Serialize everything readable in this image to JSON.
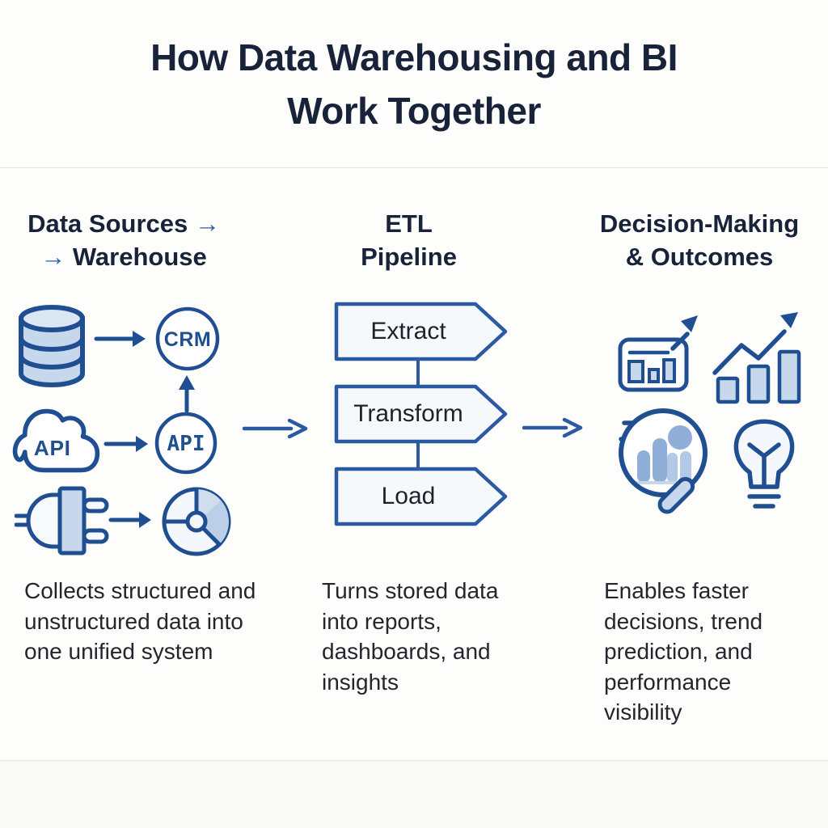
{
  "title": {
    "line1": "How Data Warehousing and BI",
    "line2": "Work Together"
  },
  "glyphs": {
    "arrow_right": "→"
  },
  "columns": {
    "sources": {
      "header_line1": "Data Sources",
      "header_line2": "Warehouse",
      "icon_labels": {
        "database": "database-icon",
        "crm": "CRM",
        "cloud_api": "API",
        "api": "API"
      },
      "description": "Collects structured and unstructured data into one unified system"
    },
    "etl": {
      "header_line1": "ETL",
      "header_line2": "Pipeline",
      "steps": [
        "Extract",
        "Transform",
        "Load"
      ],
      "description": "Turns stored data into reports, dashboards, and insights"
    },
    "outcomes": {
      "header_line1": "Decision-Making",
      "header_line2": "& Outcomes",
      "description": "Enables faster decisions, trend prediction, and performance visibility"
    }
  },
  "colors": {
    "navy_stroke": "#1F4E91",
    "title_text": "#18233A",
    "arrow_blue": "#2D5CA8",
    "light_blue_fill": "#C7D8EC",
    "pale_fill": "#F4F8FC",
    "medium_blue": "#8FAFD9",
    "soft_blue": "#B3C8E6"
  }
}
